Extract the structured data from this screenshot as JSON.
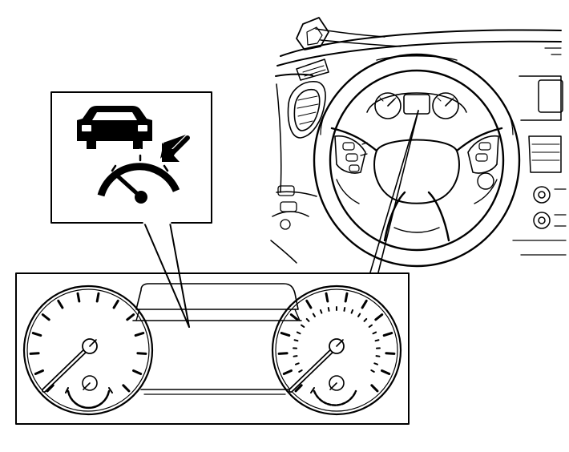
{
  "figure": {
    "background": "#ffffff",
    "line_color": "#000000",
    "indicator_icon": "cruise-control-car-speedometer-icon",
    "components": [
      "steering-wheel",
      "dashboard",
      "meter-cluster",
      "indicator-callout"
    ]
  }
}
